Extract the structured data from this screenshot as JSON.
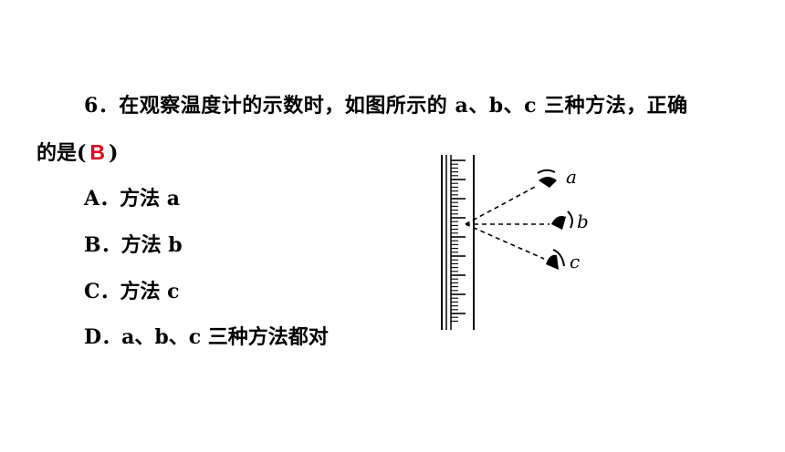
{
  "question": {
    "line1": "6．在观察温度计的示数时，如图所示的 a、b、c 三种方法，正确",
    "line2_prefix": "的是(",
    "answer": "B",
    "line2_suffix": ")"
  },
  "options": [
    {
      "text": "A．方法 a"
    },
    {
      "text": "B．方法 b"
    },
    {
      "text": "C．方法 c"
    },
    {
      "text": "D．a、b、c 三种方法都对"
    }
  ],
  "figure": {
    "labels": [
      "a",
      "b",
      "c"
    ],
    "answer_color": "#e0001b"
  }
}
